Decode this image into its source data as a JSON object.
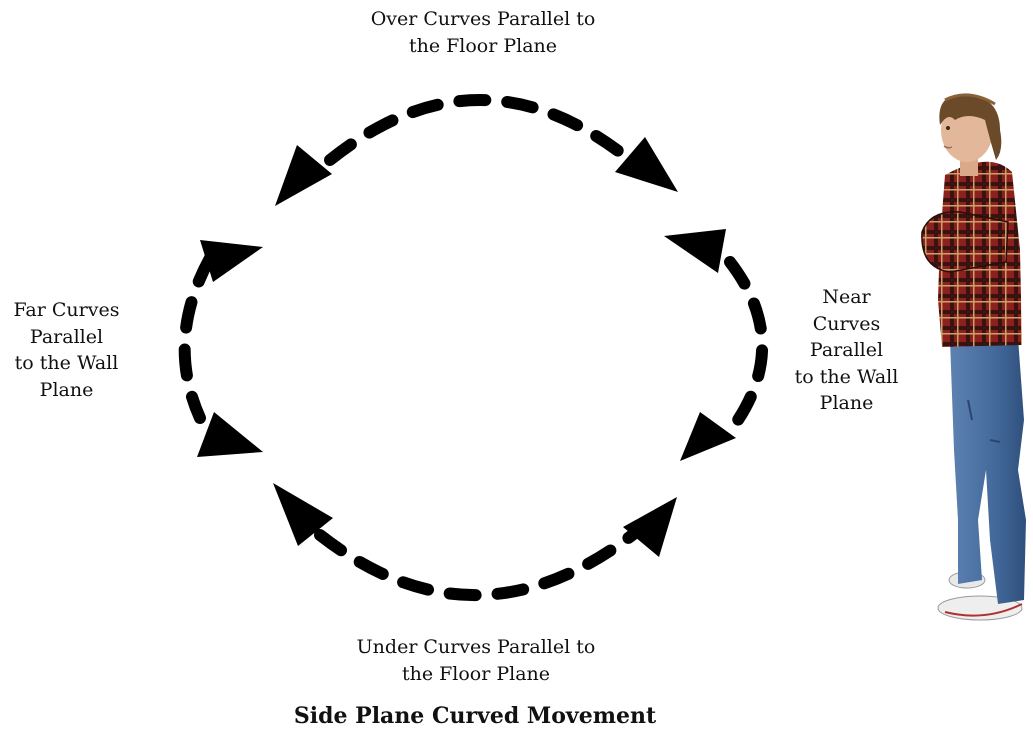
{
  "labels": {
    "over": "Over Curves Parallel to\nthe Floor Plane",
    "under": "Under Curves Parallel to\nthe Floor Plane",
    "far": "Far Curves\nParallel\nto the Wall\nPlane",
    "near": "Near\nCurves\nParallel\nto the Wall\nPlane"
  },
  "caption": "Side Plane Curved Movement",
  "colors": {
    "arrow": "#000000",
    "shirt_red": "#8a1f1c",
    "shirt_dark": "#3b1210",
    "jeans": "#4a6f9e",
    "hair": "#6b4a2a",
    "skin": "#e3b89a"
  },
  "icons": {
    "figure": "standing-man-figure"
  }
}
